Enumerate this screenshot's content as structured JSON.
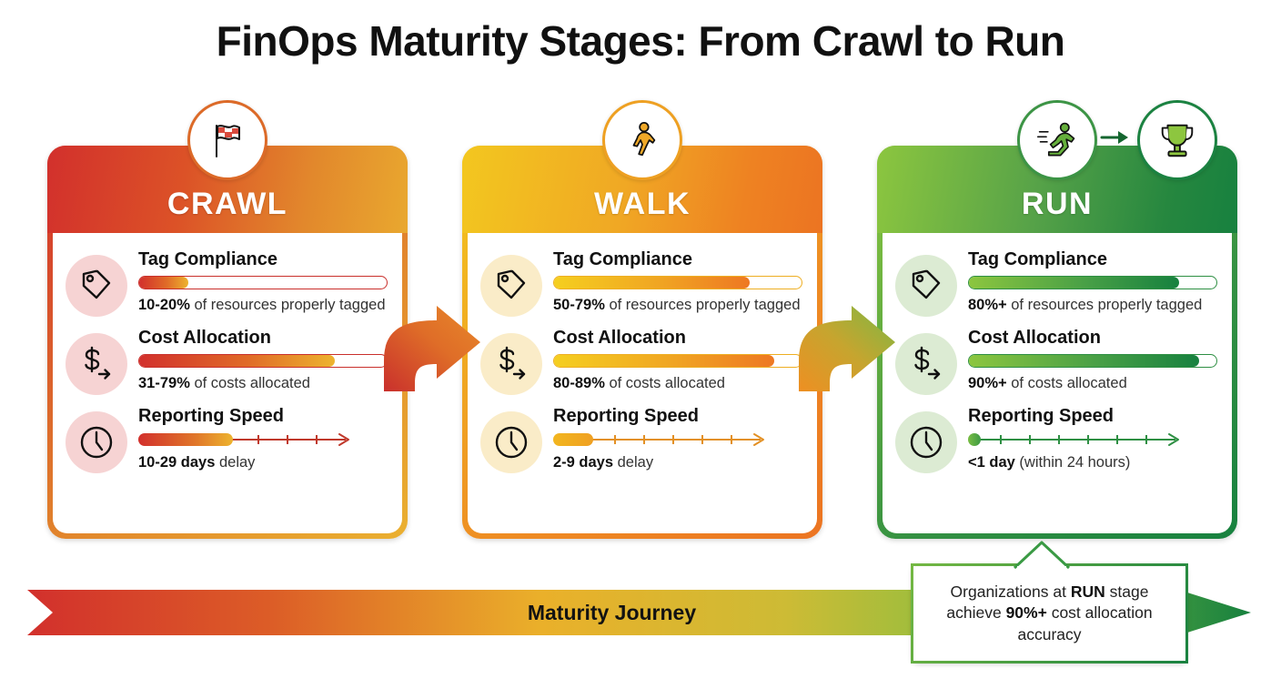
{
  "title": "FinOps Maturity Stages: From Crawl to Run",
  "stages": [
    {
      "id": "crawl",
      "name": "CRAWL",
      "badge_icon": "checkered-flag-icon",
      "metrics": [
        {
          "icon": "tag-icon",
          "label": "Tag Compliance",
          "bar_percent": 20,
          "value": "10-20%",
          "suffix": " of resources properly tagged"
        },
        {
          "icon": "dollar-arrow-icon",
          "label": "Cost Allocation",
          "bar_percent": 79,
          "value": "31-79%",
          "suffix": " of costs allocated"
        },
        {
          "icon": "clock-icon",
          "label": "Reporting Speed",
          "bar_percent": 38,
          "value": "10-29 days",
          "suffix": " delay"
        }
      ]
    },
    {
      "id": "walk",
      "name": "WALK",
      "badge_icon": "walking-person-icon",
      "metrics": [
        {
          "icon": "tag-icon",
          "label": "Tag Compliance",
          "bar_percent": 79,
          "value": "50-79%",
          "suffix": " of resources properly tagged"
        },
        {
          "icon": "dollar-arrow-icon",
          "label": "Cost Allocation",
          "bar_percent": 89,
          "value": "80-89%",
          "suffix": " of costs allocated"
        },
        {
          "icon": "clock-icon",
          "label": "Reporting Speed",
          "bar_percent": 16,
          "value": "2-9 days",
          "suffix": " delay"
        }
      ]
    },
    {
      "id": "run",
      "name": "RUN",
      "badge_icon": "running-person-icon",
      "badge_icon_2": "trophy-icon",
      "metrics": [
        {
          "icon": "tag-icon",
          "label": "Tag Compliance",
          "bar_percent": 85,
          "value": "80%+",
          "suffix": " of resources properly tagged"
        },
        {
          "icon": "dollar-arrow-icon",
          "label": "Cost Allocation",
          "bar_percent": 93,
          "value": "90%+",
          "suffix": " of costs allocated"
        },
        {
          "icon": "clock-icon",
          "label": "Reporting Speed",
          "bar_percent": 5,
          "value": "<1 day",
          "suffix": " (within 24 hours)"
        }
      ]
    }
  ],
  "journey": {
    "label": "Maturity Journey"
  },
  "callout": {
    "text_1": "Organizations at ",
    "bold_1": "RUN",
    "text_2": " stage achieve ",
    "bold_2": "90%+",
    "text_3": " cost allocation accuracy"
  },
  "colors": {
    "crawl_start": "#d2302c",
    "crawl_end": "#eab030",
    "walk_start": "#f3c71f",
    "walk_end": "#ec7422",
    "run_start": "#8cc63f",
    "run_end": "#17813f"
  }
}
